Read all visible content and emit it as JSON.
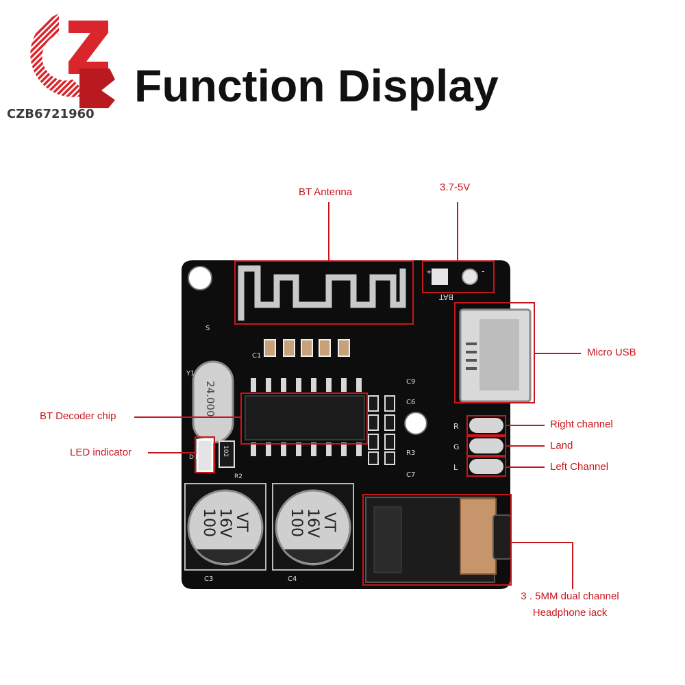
{
  "logo": {
    "text": "CZB6721960"
  },
  "title": "Function Display",
  "colors": {
    "accent": "#c8161d",
    "pcb": "#0d0d0d",
    "logo_red": "#d9262c"
  },
  "board_marks": {
    "bat": "BAT",
    "plus": "+",
    "minus": "-",
    "crystal": "24.000",
    "cap_left_value": "100",
    "cap_left_voltage": "16V",
    "cap_left_series": "VT",
    "cap_right_value": "100",
    "cap_right_voltage": "16V",
    "cap_right_series": "VT",
    "cap_left_ref": "C3",
    "cap_right_ref": "C4",
    "pin_r": "R",
    "pin_g": "G",
    "pin_l": "L",
    "ref_y1": "Y1",
    "ref_c1": "C1",
    "ref_c9": "C9",
    "ref_c6": "C6",
    "ref_c7": "C7",
    "ref_r3": "R3",
    "ref_r2": "R2",
    "ref_d1": "D1",
    "ref_s": "S",
    "res_102": "102"
  },
  "labels": {
    "bt_antenna": "BT Antenna",
    "voltage": "3.7-5V",
    "micro_usb": "Micro USB",
    "bt_decoder": "BT Decoder chip",
    "led": "LED indicator",
    "right_channel": "Right channel",
    "land": "Land",
    "left_channel": "Left Channel",
    "jack_line1": "3 . 5MM dual channel",
    "jack_line2": "Headphone iack"
  }
}
